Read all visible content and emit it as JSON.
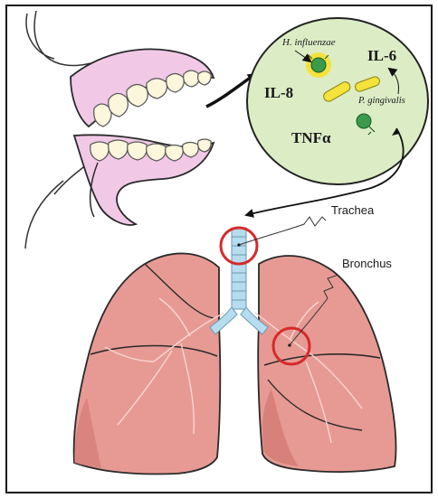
{
  "labels": {
    "h_influenzae": "H. influenzae",
    "il6": "IL-6",
    "il8": "IL-8",
    "p_gingivalis": "P. gingivalis",
    "tnfa": "TNFα",
    "trachea": "Trachea",
    "bronchus": "Bronchus"
  },
  "colors": {
    "gum": "#f1c9e6",
    "gum_outline": "#2a2a2a",
    "tooth": "#fbf6dc",
    "bubble": "#dcedc6",
    "bacteria_yellow": "#f3e33a",
    "bacteria_green": "#3c9a4c",
    "lung": "#e79a94",
    "lung_dark": "#d0766f",
    "airway": "#b6dcef",
    "highlight_circle": "#d62a2a"
  },
  "icons": [
    "mouth-gum-icon",
    "teeth-icon",
    "bacteria-bubble-icon",
    "bacterium-icon",
    "lungs-icon",
    "trachea-icon",
    "bronchus-icon",
    "arrow-icon"
  ]
}
